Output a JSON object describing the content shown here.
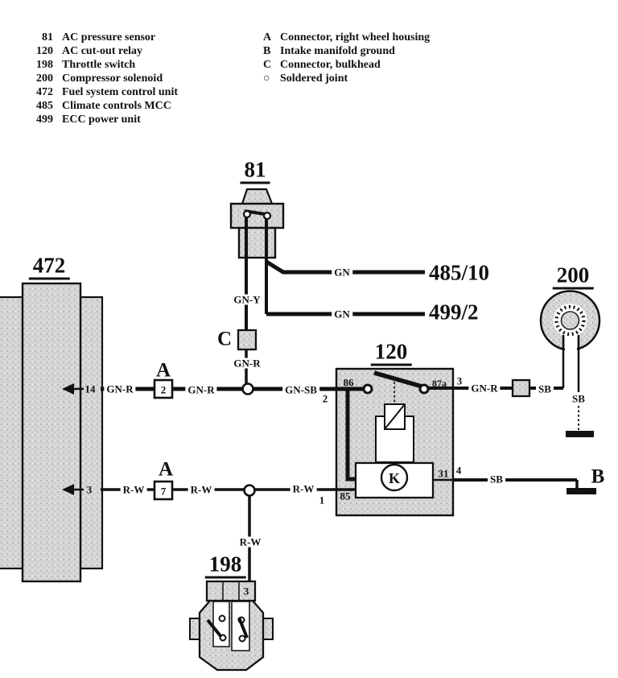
{
  "legend": {
    "components": [
      {
        "id": "81",
        "label": "AC pressure sensor"
      },
      {
        "id": "120",
        "label": "AC cut-out relay"
      },
      {
        "id": "198",
        "label": "Throttle switch"
      },
      {
        "id": "200",
        "label": "Compressor solenoid"
      },
      {
        "id": "472",
        "label": "Fuel system control unit"
      },
      {
        "id": "485",
        "label": "Climate controls MCC"
      },
      {
        "id": "499",
        "label": "ECC power unit"
      }
    ],
    "symbols": [
      {
        "id": "A",
        "label": "Connector, right wheel housing"
      },
      {
        "id": "B",
        "label": "Intake manifold ground"
      },
      {
        "id": "C",
        "label": "Connector, bulkhead"
      },
      {
        "id": "○",
        "label": "Soldered joint"
      }
    ]
  },
  "diagram": {
    "component_labels": {
      "c81": "81",
      "c120": "120",
      "c198": "198",
      "c200": "200",
      "c472": "472"
    },
    "references": {
      "r485": "485/10",
      "r499": "499/2"
    },
    "connector_letters": {
      "a_upper": "A",
      "a_lower": "A",
      "c": "C",
      "b_ground": "B"
    },
    "connector_pins": {
      "a_upper": "2",
      "a_lower": "7"
    },
    "relay": {
      "k": "K",
      "pin_86": "86",
      "pin_87a": "87a",
      "pin_85": "85",
      "pin_31": "31"
    },
    "unit_pins": {
      "p14": "14",
      "p3": "3",
      "p198_3": "3"
    },
    "external_pins": {
      "p2": "2",
      "p3": "3",
      "p1": "1",
      "p4": "4"
    },
    "wire_labels": {
      "gn_485": "GN",
      "gn_499": "GN",
      "gn_y": "GN-Y",
      "gn_r_c": "GN-R",
      "gn_r_left": "GN-R",
      "gn_r_mid": "GN-R",
      "gn_sb": "GN-SB",
      "gn_r_right": "GN-R",
      "sb_right": "SB",
      "sb_solenoid": "SB",
      "sb_ground": "SB",
      "rw_left": "R-W",
      "rw_mid": "R-W",
      "rw_right": "R-W",
      "rw_down": "R-W"
    }
  },
  "colors": {
    "line": "#111111",
    "component_fill": "#d5d5d5",
    "background": "#ffffff"
  }
}
